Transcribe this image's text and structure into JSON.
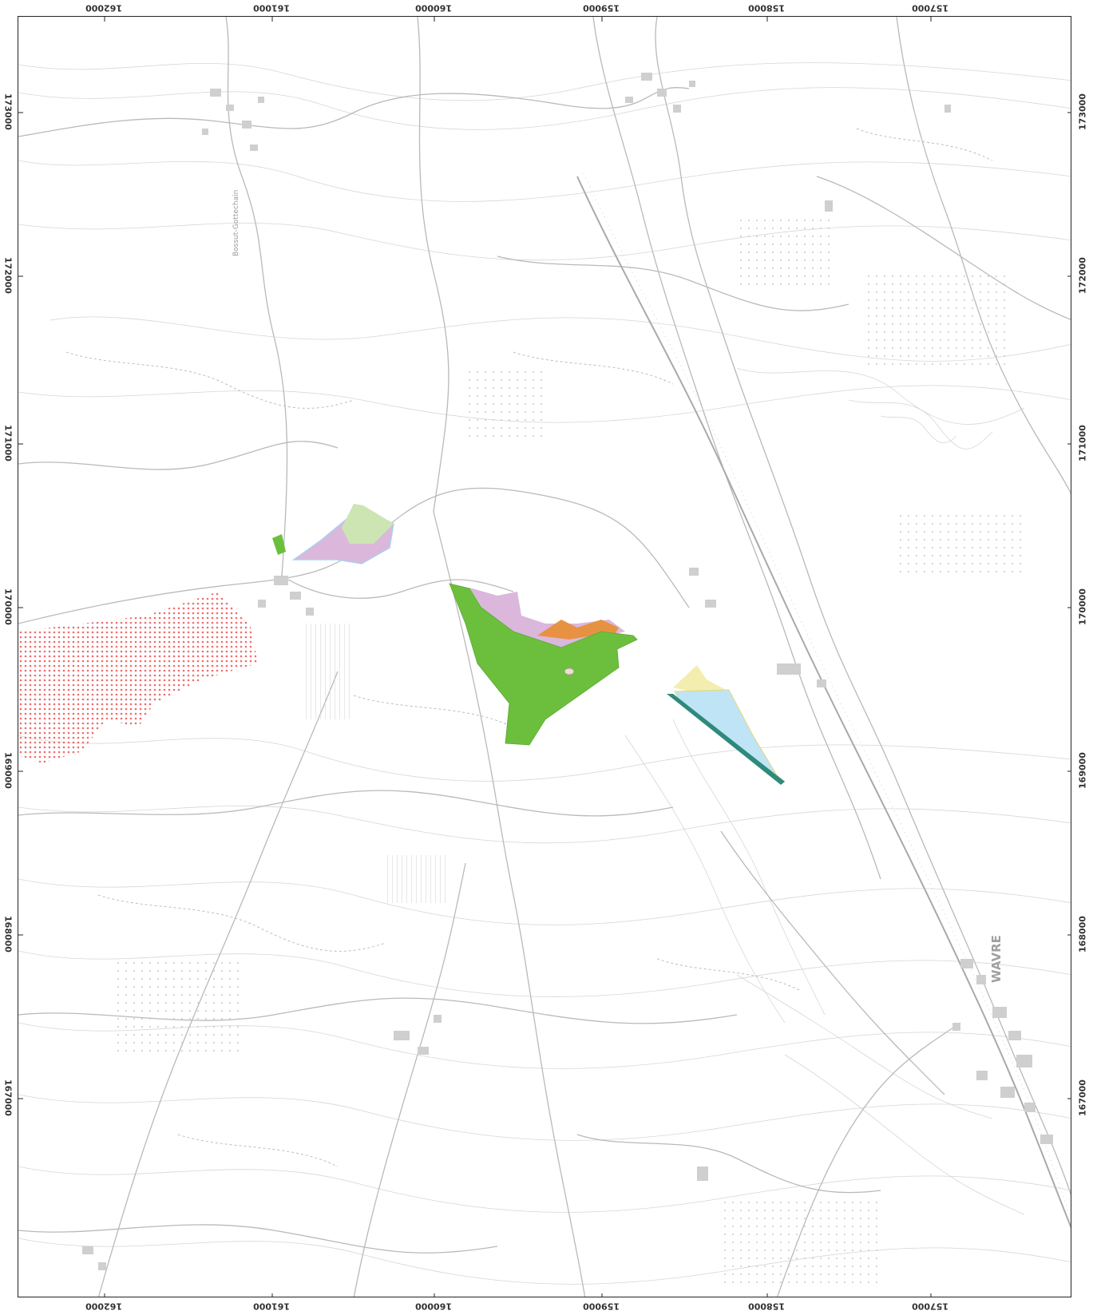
{
  "map": {
    "town_label": "WAVRE",
    "place_label": "Bossut-Gottechain",
    "colors": {
      "frame": "#222222",
      "base_line": "#b9b9b9",
      "zone_green": "#6cbf3c",
      "zone_light_green": "#cde5b2",
      "zone_pink": "#dbb7dc",
      "zone_orange": "#e79243",
      "zone_blue": "#bfe4f5",
      "zone_yellow": "#f3eeb0",
      "zone_teal": "#2e8a7c",
      "dots_red": "#ef6d6d"
    }
  },
  "axes": {
    "x_ticks": [
      {
        "label": "162000"
      },
      {
        "label": "161000"
      },
      {
        "label": "160000"
      },
      {
        "label": "159000"
      },
      {
        "label": "158000"
      },
      {
        "label": "157000"
      }
    ],
    "y_ticks": [
      {
        "label": "173000"
      },
      {
        "label": "172000"
      },
      {
        "label": "171000"
      },
      {
        "label": "170000"
      },
      {
        "label": "169000"
      },
      {
        "label": "168000"
      },
      {
        "label": "167000"
      }
    ]
  }
}
